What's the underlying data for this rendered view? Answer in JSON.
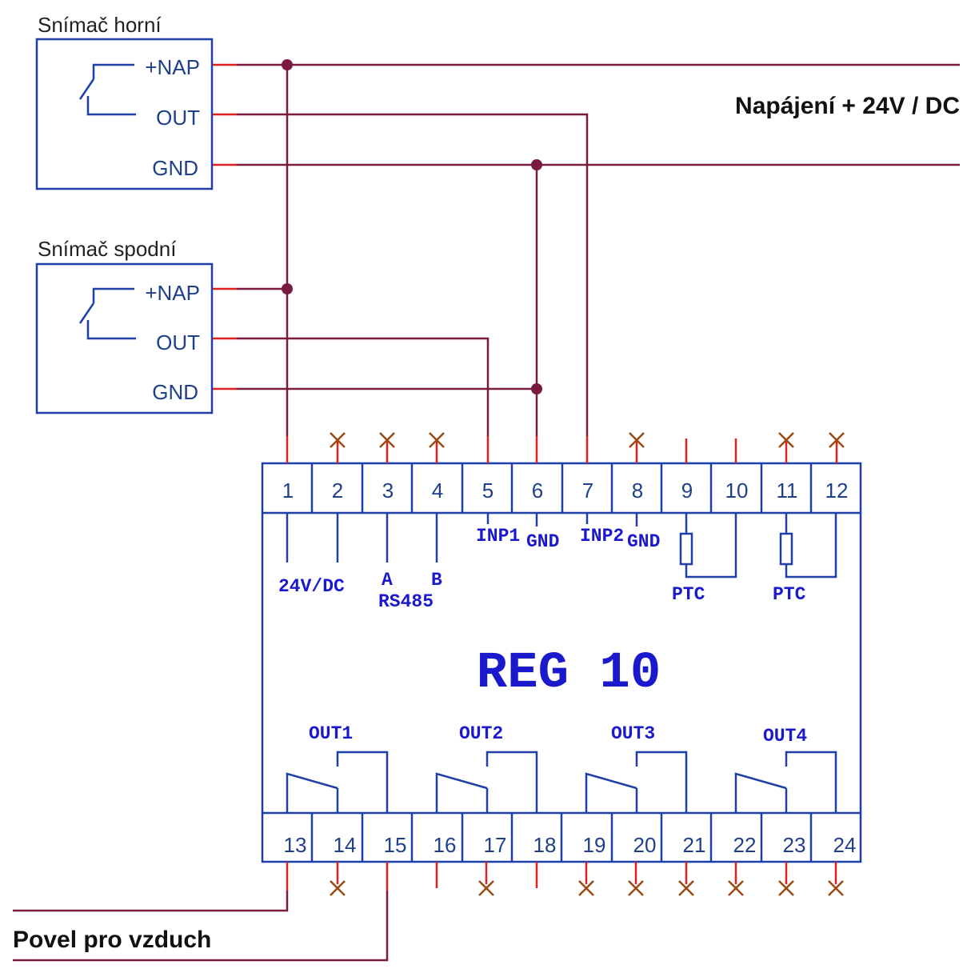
{
  "sensors": {
    "top": {
      "title": "Snímač horní",
      "nap": "+NAP",
      "out": "OUT",
      "gnd": "GND"
    },
    "bottom": {
      "title": "Snímač spodní",
      "nap": "+NAP",
      "out": "OUT",
      "gnd": "GND"
    }
  },
  "power_label": "Napájení + 24V / DC",
  "command_label": "Povel pro vzduch",
  "device": {
    "name": "REG 10",
    "top_terminals": [
      "1",
      "2",
      "3",
      "4",
      "5",
      "6",
      "7",
      "8",
      "9",
      "10",
      "11",
      "12"
    ],
    "bottom_terminals": [
      "13",
      "14",
      "15",
      "16",
      "17",
      "18",
      "19",
      "20",
      "21",
      "22",
      "23",
      "24"
    ],
    "labels": {
      "supply": "24V/DC",
      "a": "A",
      "b": "B",
      "rs485": "RS485",
      "inp1": "INP1",
      "gnd1": "GND",
      "inp2": "INP2",
      "gnd2": "GND",
      "ptc1": "PTC",
      "ptc2": "PTC"
    },
    "outputs": [
      "OUT1",
      "OUT2",
      "OUT3",
      "OUT4"
    ]
  },
  "colors": {
    "wire": "#7a1a40",
    "box": "#1f3fa8",
    "stub": "#e02020",
    "cross": "#9a4a10"
  }
}
